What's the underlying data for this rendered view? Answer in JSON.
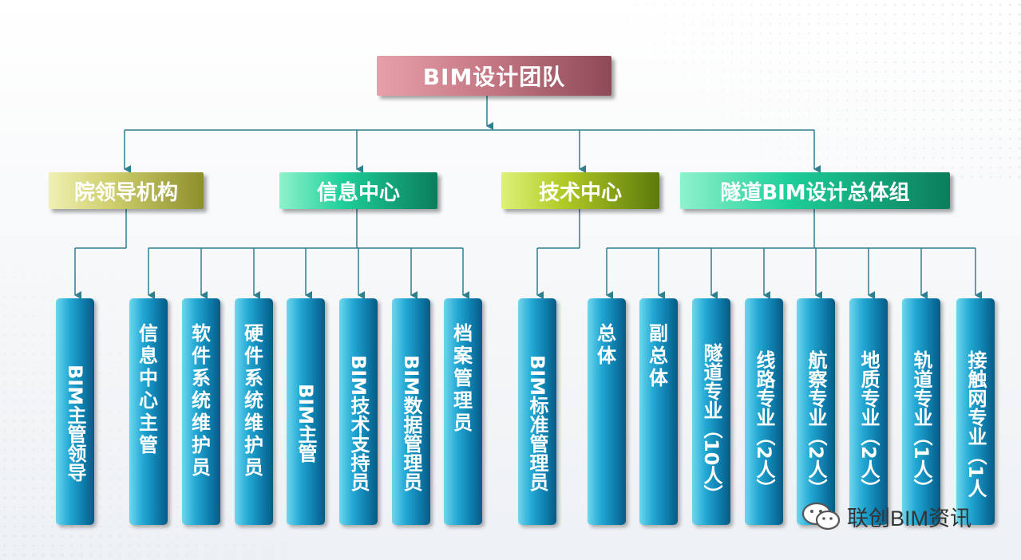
{
  "root": {
    "label": "BIM设计团队"
  },
  "departments": [
    {
      "label": "院领导机构"
    },
    {
      "label": "信息中心"
    },
    {
      "label": "技术中心"
    },
    {
      "label": "隧道BIM设计总体组"
    }
  ],
  "leaves": [
    {
      "label": "BIM主管领导",
      "vertical_latin": true
    },
    {
      "label": "信息中心主管"
    },
    {
      "label": "软件系统维护员"
    },
    {
      "label": "硬件系统维护员"
    },
    {
      "label": "BIM主管",
      "vertical_latin": true
    },
    {
      "label": "BIM技术支持员",
      "vertical_latin": true
    },
    {
      "label": "BIM数据管理员",
      "vertical_latin": true
    },
    {
      "label": "档案管理员"
    },
    {
      "label": "BIM标准管理员",
      "vertical_latin": true
    },
    {
      "label": "总体"
    },
    {
      "label": "副总体"
    },
    {
      "label": "隧道专业（10人）"
    },
    {
      "label": "线路专业（2人）"
    },
    {
      "label": "航察专业（2人）"
    },
    {
      "label": "地质专业（2人）"
    },
    {
      "label": "轨道专业（1人）"
    },
    {
      "label": "接触网专业（1人"
    }
  ],
  "watermark": {
    "text": "联创BIM资讯",
    "icon": "wechat-icon"
  },
  "colors": {
    "connector": "#2f7f8f",
    "root": "#c77a86",
    "leaf": "#23a9d4"
  }
}
